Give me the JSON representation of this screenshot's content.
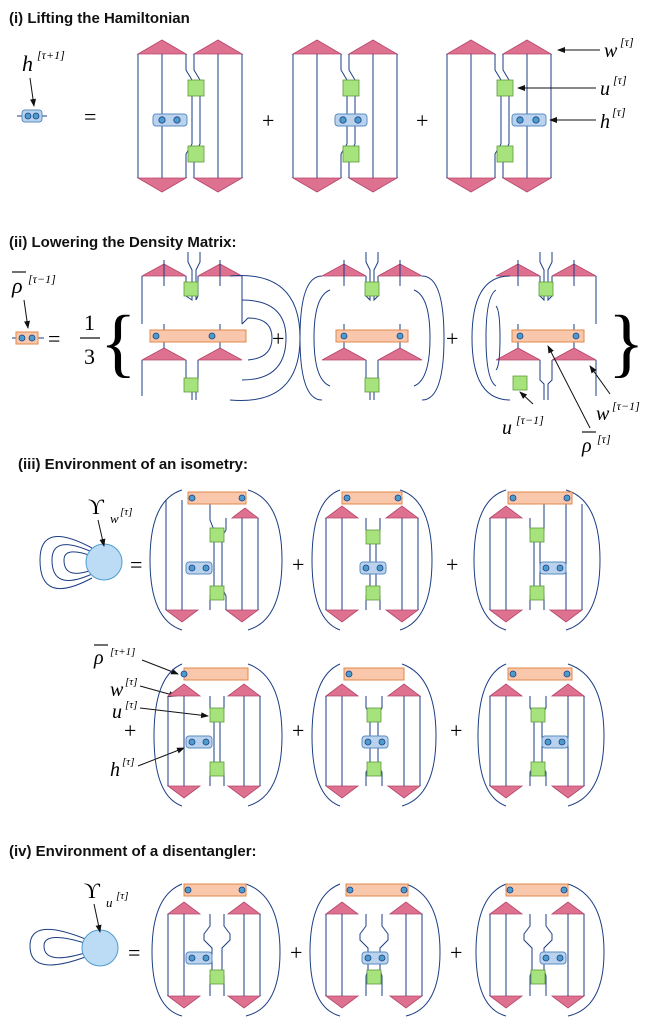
{
  "colors": {
    "isometry": "#de7090",
    "disentangler": "#a6e37c",
    "hamiltonian_fill": "#b9d3ee",
    "hamiltonian_stroke": "#5a8cc2",
    "rho_fill": "#f9c8ac",
    "rho_stroke": "#e0884a",
    "dot": "#4e9ccc",
    "env_circle": "#bcdcf6",
    "line": "#1c3e84",
    "text": "#111111"
  },
  "sections": {
    "s1": {
      "title": "(i) Lifting the Hamiltonian"
    },
    "s2": {
      "title": "(ii) Lowering the Density Matrix:"
    },
    "s3": {
      "title": "(iii) Environment of an isometry:"
    },
    "s4": {
      "title": "(iv) Environment of a disentangler:"
    }
  },
  "labels": {
    "h_tau_plus1": {
      "base": "h",
      "sup": "[τ+1]"
    },
    "w_tau": {
      "base": "w",
      "sup": "[τ]"
    },
    "u_tau": {
      "base": "u",
      "sup": "[τ]"
    },
    "h_tau": {
      "base": "h",
      "sup": "[τ]"
    },
    "rho_tau_minus1": {
      "base": "ρ",
      "sup": "[τ−1]"
    },
    "u_tau_minus1": {
      "base": "u",
      "sup": "[τ−1]"
    },
    "w_tau_minus1": {
      "base": "w",
      "sup": "[τ−1]"
    },
    "rho_tau": {
      "base": "ρ",
      "sup": "[τ]"
    },
    "upsilon_w": {
      "base": "ϒ",
      "sub": "w",
      "sup": "[τ]"
    },
    "rho_tau_plus1": {
      "base": "ρ",
      "sup": "[τ+1]"
    },
    "upsilon_u": {
      "base": "ϒ",
      "sub": "u",
      "sup": "[τ]"
    }
  },
  "symbols": {
    "equals": "=",
    "plus": "+",
    "fraction_numerator": "1",
    "fraction_denominator": "3",
    "left_brace": "{",
    "right_brace": "}"
  }
}
